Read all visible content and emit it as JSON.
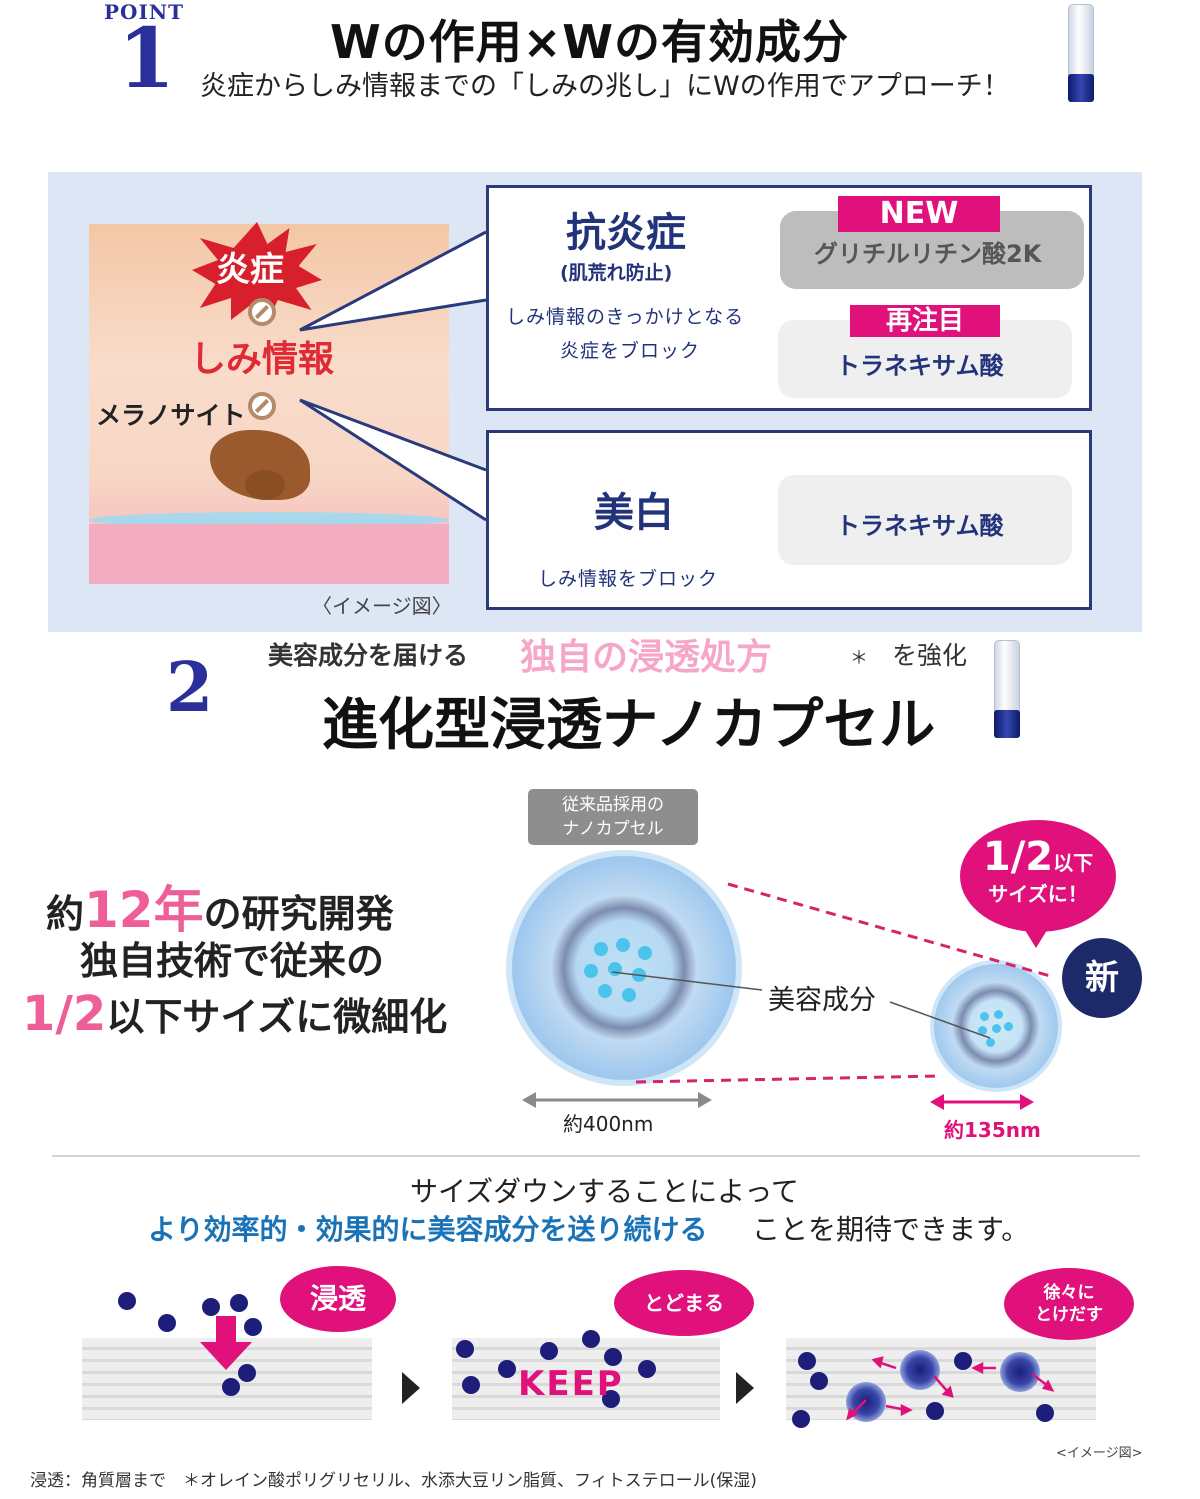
{
  "section1": {
    "point_word": "POINT",
    "point_number": "1",
    "title": "Wの作用×Wの有効成分",
    "subtitle": "炎症からしみ情報までの「しみの兆し」にWの作用でアプローチ！",
    "diagram": {
      "label_inflammation": "炎症",
      "label_spot_info": "しみ情報",
      "label_melanocyte": "メラノサイト",
      "caption": "〈イメージ図〉"
    },
    "box_anti_inflammation": {
      "title": "抗炎症",
      "subtitle": "(肌荒れ防止)",
      "desc_line1": "しみ情報のきっかけとなる",
      "desc_line2": "炎症をブロック",
      "tag_new": "NEW",
      "ingredient1": "グリチルリチン酸2K",
      "tag_refocus": "再注目",
      "ingredient2": "トラネキサム酸"
    },
    "box_whitening": {
      "title": "美白",
      "desc": "しみ情報をブロック",
      "ingredient": "トラネキサム酸"
    }
  },
  "section2": {
    "number": "2",
    "top_text_before": "美容成分を届ける",
    "top_text_pink": "独自の浸透処方",
    "top_text_asterisk": "＊",
    "top_text_after": "を強化",
    "title": "進化型浸透ナノカプセル",
    "old_capsule_tag_line1": "従来品採用の",
    "old_capsule_tag_line2": "ナノカプセル",
    "left_text_prefix": "約",
    "left_text_years": "12年",
    "left_text_suffix": "の研究開発",
    "left_text_line2": "独自技術で従来の",
    "left_text_half": "1/2",
    "left_text_line3_suffix": "以下サイズに微細化",
    "label_beauty_ingredient": "美容成分",
    "size_old": "約400nm",
    "size_new": "約135nm",
    "bubble_big": "1/2",
    "bubble_small": "以下",
    "bubble_line2": "サイズに！",
    "badge_new": "新"
  },
  "section3": {
    "line1": "サイズダウンすることによって",
    "line2_blue": "より効率的・効果的に美容成分を送り続ける",
    "line2_rest": "ことを期待できます。",
    "step1_bubble": "浸透",
    "step2_bubble": "とどまる",
    "step2_keep": "KEEP",
    "step3_bubble_line1": "徐々に",
    "step3_bubble_line2": "とけだす",
    "image_caption": "<イメージ図>",
    "footnote": "浸透：角質層まで　＊オレイン酸ポリグリセリル、水添大豆リン脂質、フィトステロール(保湿)"
  },
  "colors": {
    "navy": "#22337a",
    "pink": "#e0117a",
    "blue_text": "#1b73b7",
    "panel_bg": "#dde6f5"
  }
}
